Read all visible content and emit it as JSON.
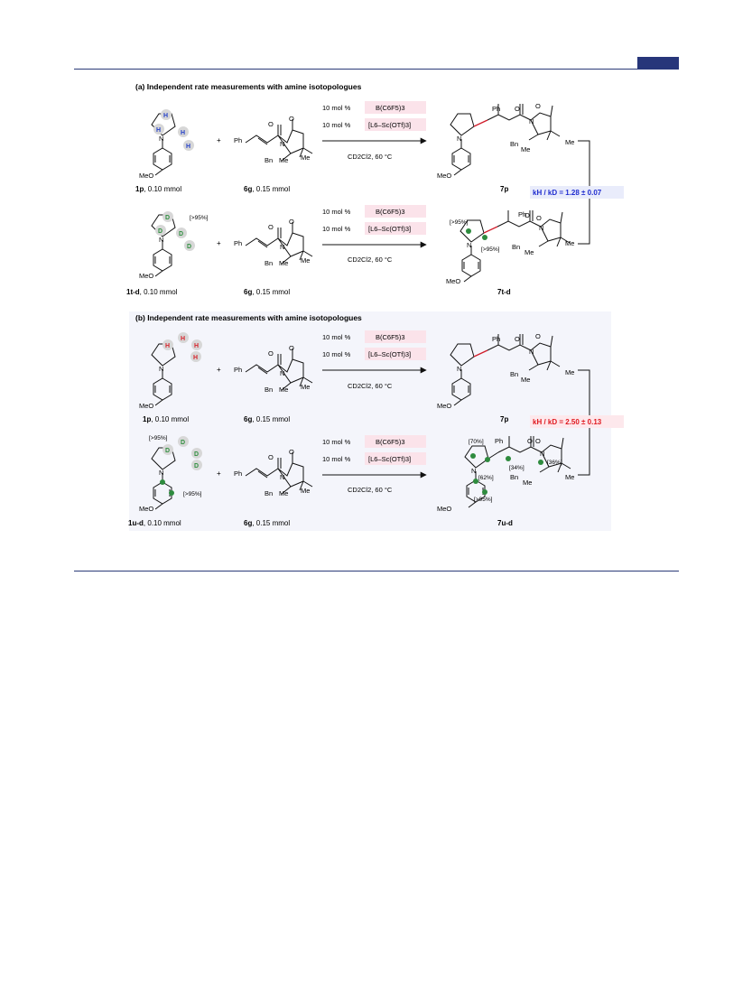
{
  "panel_a": {
    "title": "(a) Independent rate measurements with amine isotopologues",
    "row1": {
      "amine_name": "1p",
      "amine_amount": ", 0.10 mmol",
      "acceptor_name": "6g",
      "acceptor_amount": ", 0.15 mmol",
      "catalyst1_loading": "10 mol %",
      "catalyst1": "B(C6F5)3",
      "catalyst2_loading": "10 mol %",
      "catalyst2": "[L6–Sc(OTf)3]",
      "solvent": "CD2Cl2, 60 °C",
      "product": "7p",
      "amine_H_labels": [
        "H",
        "H",
        "H",
        "H"
      ]
    },
    "row2": {
      "amine_name": "1t-d",
      "amine_amount": ", 0.10 mmol",
      "acceptor_name": "6g",
      "acceptor_amount": ", 0.15 mmol",
      "catalyst1_loading": "10 mol %",
      "catalyst1": "B(C6F5)3",
      "catalyst2_loading": "10 mol %",
      "catalyst2": "[L6–Sc(OTf)3]",
      "solvent": "CD2Cl2, 60 °C",
      "product": "7t-d",
      "amine_D_labels": [
        "D",
        "D",
        "D",
        "D"
      ],
      "amine_incorporation": "[>95%]",
      "product_incorporation_1": "[>95%]",
      "product_incorporation_2": "[>95%]"
    },
    "kie": "kH / kD = 1.28 ± 0.07"
  },
  "panel_b": {
    "title": "(b) Independent rate measurements with amine isotopologues",
    "row1": {
      "amine_name": "1p",
      "amine_amount": ", 0.10 mmol",
      "acceptor_name": "6g",
      "acceptor_amount": ", 0.15 mmol",
      "catalyst1_loading": "10 mol %",
      "catalyst1": "B(C6F5)3",
      "catalyst2_loading": "10 mol %",
      "catalyst2": "[L6–Sc(OTf)3]",
      "solvent": "CD2Cl2, 60 °C",
      "product": "7p",
      "amine_H_labels": [
        "H",
        "H",
        "H",
        "H"
      ]
    },
    "row2": {
      "amine_name": "1u-d",
      "amine_amount": ", 0.10 mmol",
      "acceptor_name": "6g",
      "acceptor_amount": ", 0.15 mmol",
      "catalyst1_loading": "10 mol %",
      "catalyst1": "B(C6F5)3",
      "catalyst2_loading": "10 mol %",
      "catalyst2": "[L6–Sc(OTf)3]",
      "solvent": "CD2Cl2, 60 °C",
      "product": "7u-d",
      "amine_D_labels": [
        "D",
        "D",
        "D",
        "D"
      ],
      "amine_incorporation_top": "[>95%]",
      "amine_incorporation_aryl": "[>95%]",
      "product_incorporation": [
        "[70%]",
        "[34%]",
        "[36%]",
        "[62%]",
        "[>95%]"
      ]
    },
    "kie": "kH / kD = 2.50 ± 0.13"
  },
  "atoms": {
    "N": "N",
    "O": "O",
    "Ph": "Ph",
    "Bn": "Bn",
    "Me": "Me",
    "MeO": "MeO",
    "plus": "+"
  },
  "colors": {
    "accent_navy": "#27367a",
    "kie_blue": "#1f2ccf",
    "kie_red": "#e0191f",
    "cat_box": "#fbe3ea",
    "bond_red": "#d01c2a",
    "deut_green": "#2e8b3e",
    "hatom_blue": "#2440c8",
    "hatom_red": "#d6232b",
    "datom_green": "#2f8f3f"
  }
}
